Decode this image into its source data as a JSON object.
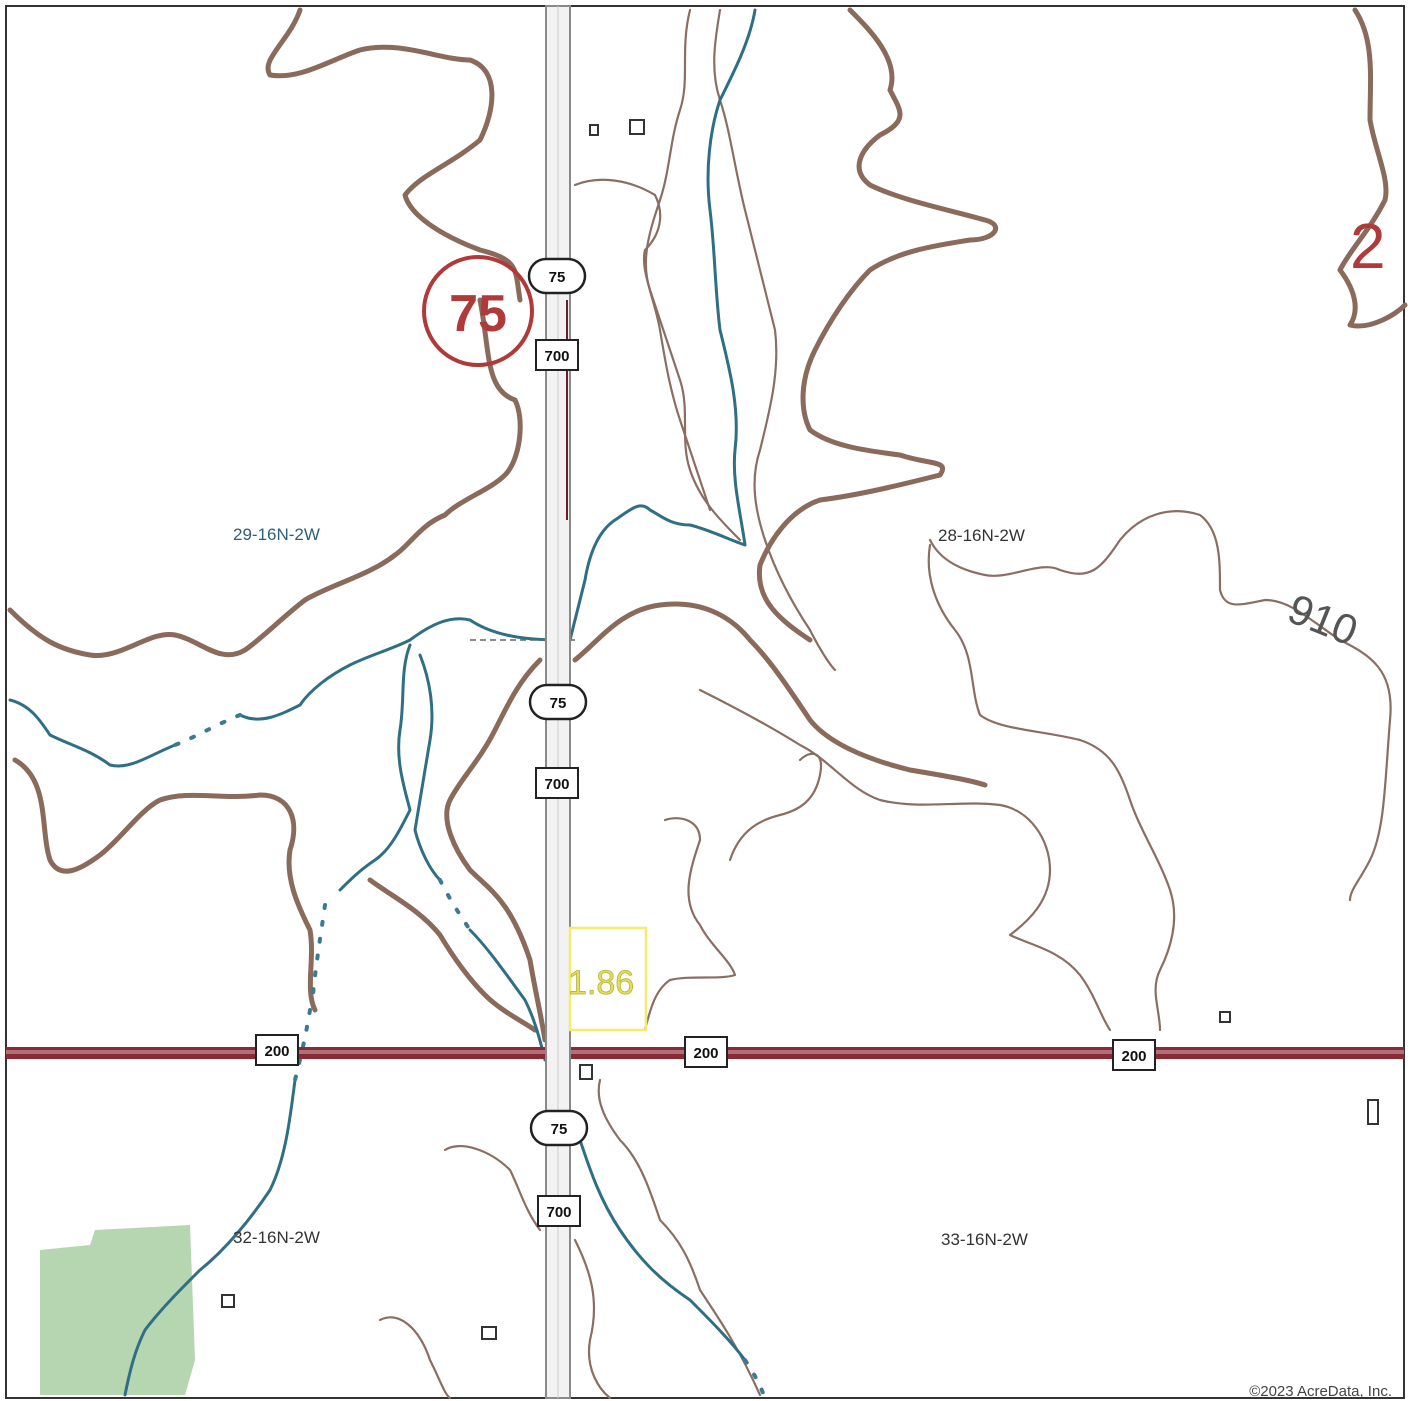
{
  "sections": [
    {
      "id": "sec-29",
      "label": "29-16N-2W"
    },
    {
      "id": "sec-28",
      "label": "28-16N-2W"
    },
    {
      "id": "sec-32",
      "label": "32-16N-2W"
    },
    {
      "id": "sec-33",
      "label": "33-16N-2W"
    }
  ],
  "road_shields": {
    "hwy_75": "75",
    "county_700": "700",
    "county_200": "200"
  },
  "parcel": {
    "acres_label": "1.86",
    "outline_color": "#f2ec6a"
  },
  "annotations": {
    "circled_number": "75",
    "circle_color": "#b03a3a",
    "corner_mark": "2",
    "contour_elevation": "910"
  },
  "copyright": "©2023 AcreData, Inc.",
  "colors": {
    "contour": "#8a6a5a",
    "stream": "#2f6f86",
    "road_main": "#8a2a36",
    "woodland": "#9ec99a"
  }
}
